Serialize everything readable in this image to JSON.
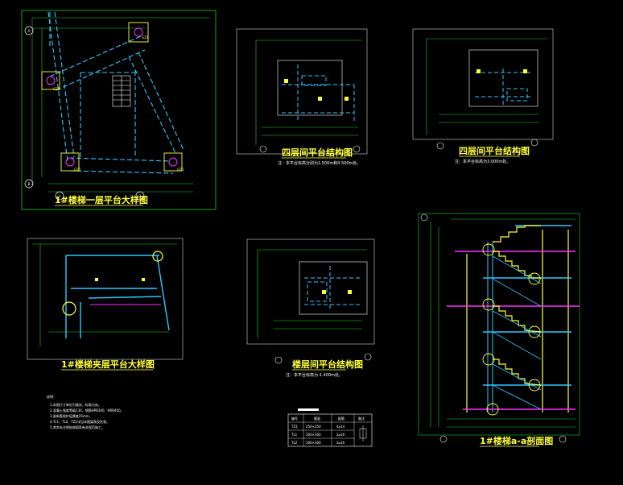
{
  "drawings": {
    "d1": {
      "title": "1#楼梯一层平台大样图",
      "columns": [
        "GZ1",
        "GZ1",
        "GZ1",
        "GZ1"
      ]
    },
    "d2": {
      "title": "四层间平台结构图",
      "subtitle": "注：本平台标高分别为1.500m和4.500m处。"
    },
    "d3": {
      "title": "四层间平台结构图",
      "subtitle": "注：本平台标高为3.000m处。"
    },
    "d4": {
      "title": "1#楼梯夹层平台大样图"
    },
    "d5": {
      "title": "楼层间平台结构图",
      "subtitle": "注：本平台标高为-1.400m处。"
    },
    "d6": {
      "title": "1#楼梯a-a剖面图"
    }
  },
  "notes": {
    "heading": "说明：",
    "lines": [
      "1.本图尺寸单位为毫米，标高为米。",
      "2.混凝土强度等级C30，钢筋HPB300、HRB400。",
      "3.梁纵筋保护层厚度25mm。",
      "4.TL1、TL2、TZ1详见本图梁表及柱表。",
      "5.其余未注明处按国家有关规范施工。"
    ]
  },
  "beam_table": {
    "headers": [
      "编号",
      "截面",
      "配筋",
      "备注"
    ],
    "rows": [
      [
        "TZ1",
        "250×250",
        "4⌀14",
        ""
      ],
      [
        "TL1",
        "200×300",
        "2⌀16",
        ""
      ],
      [
        "TL2",
        "200×300",
        "2⌀16",
        ""
      ]
    ]
  },
  "axes": {
    "a": "A",
    "b": "B",
    "one": "1",
    "two": "2"
  }
}
